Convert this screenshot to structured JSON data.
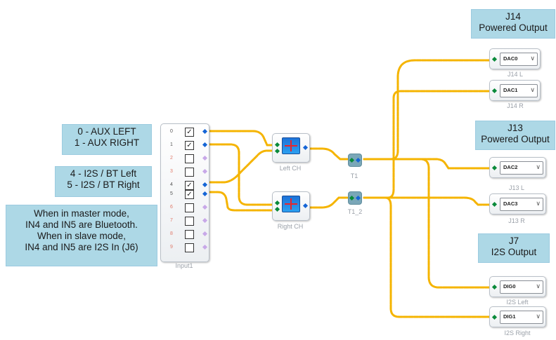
{
  "notes": {
    "aux": [
      "0 - AUX LEFT",
      "1 - AUX RIGHT"
    ],
    "i2s_bt": [
      "4 - I2S / BT Left",
      "5 - I2S / BT Right"
    ],
    "mode": [
      "When in master mode,",
      "IN4 and IN5 are Bluetooth.",
      "When in slave mode,",
      "IN4 and IN5 are I2S In (J6)"
    ],
    "j14": [
      "J14",
      "Powered Output"
    ],
    "j13": [
      "J13",
      "Powered Output"
    ],
    "j7": [
      "J7",
      "I2S Output"
    ]
  },
  "input_block": {
    "label": "Input1",
    "rows": [
      {
        "num": "0",
        "checked": true
      },
      {
        "num": "1",
        "checked": true
      },
      {
        "num": "2",
        "checked": false
      },
      {
        "num": "3",
        "checked": false
      },
      {
        "num": "4",
        "checked": true
      },
      {
        "num": "5",
        "checked": true
      },
      {
        "num": "6",
        "checked": false
      },
      {
        "num": "7",
        "checked": false
      },
      {
        "num": "8",
        "checked": false
      },
      {
        "num": "9",
        "checked": false
      }
    ]
  },
  "mixers": {
    "left": "Left CH",
    "right": "Right CH"
  },
  "tees": {
    "t1": "T1",
    "t2": "T1_2"
  },
  "outputs": [
    {
      "select": "DAC0",
      "label": "J14 L"
    },
    {
      "select": "DAC1",
      "label": "J14 R"
    },
    {
      "select": "DAC2",
      "label": "J13 L"
    },
    {
      "select": "DAC3",
      "label": "J13 R"
    },
    {
      "select": "DIG0",
      "label": "I2S Left"
    },
    {
      "select": "DIG1",
      "label": "I2S Right"
    }
  ],
  "colors": {
    "wire": "#f5b400",
    "note_bg": "#add8e6",
    "pin_active": "#1565d6",
    "pin_inactive": "#c8a8e8",
    "pin_output": "#0a8a3a"
  }
}
